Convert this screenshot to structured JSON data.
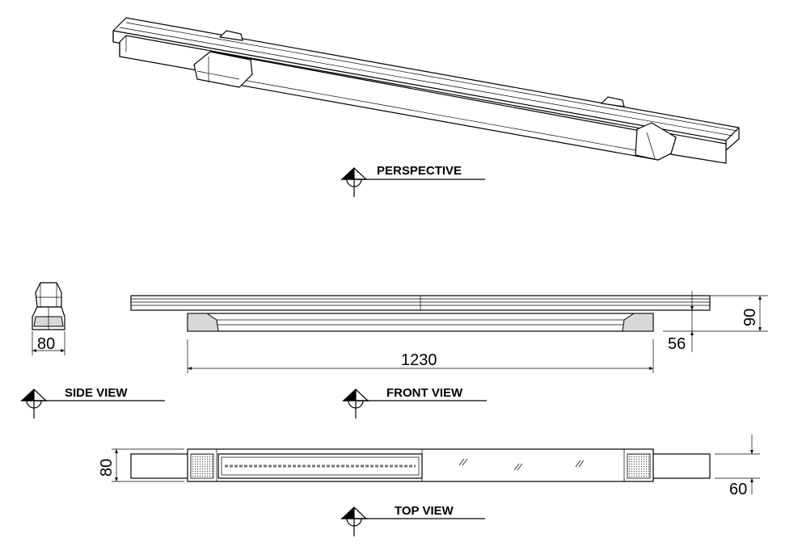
{
  "views": {
    "perspective": "PERSPECTIVE",
    "side": "SIDE VIEW",
    "front": "FRONT VIEW",
    "top": "TOP VIEW"
  },
  "dimensions": {
    "side_width": "80",
    "front_length": "1230",
    "front_height_total": "90",
    "front_height_body": "56",
    "top_width": "80",
    "top_track_width": "60"
  },
  "icons": {
    "view_marker": "view-reference-marker-icon"
  }
}
